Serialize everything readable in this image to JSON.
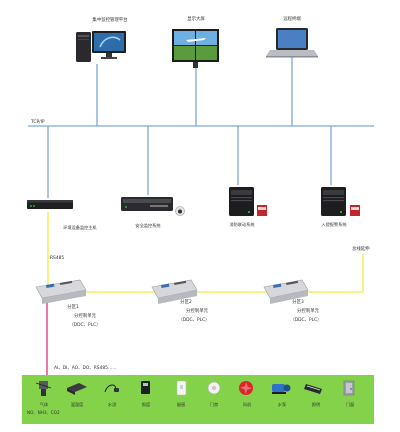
{
  "top_labels": {
    "monitor_platform": "集中监控管理平台",
    "video_wall": "显示大屏",
    "remote_terminal": "远程终端"
  },
  "tcpip_label": "TCP/IP",
  "servers": {
    "env_host": "环境设备监控主机",
    "security_host": "安全监控系统",
    "server1": "消防联动系统",
    "server2": "入侵报警系统"
  },
  "rs485_label": "RS485",
  "bus_label": "总线延伸",
  "controllers": [
    {
      "zone": "分区1",
      "name": "分控制单元",
      "sub": "（DDC、PLC）"
    },
    {
      "zone": "分区2",
      "name": "分控制单元",
      "sub": "（DDC、PLC）"
    },
    {
      "zone": "分区3",
      "name": "分控制单元",
      "sub": "（DDC、PLC）"
    }
  ],
  "io_label": "AI、DI、AO、DO、RS485……",
  "devices": [
    {
      "label": "气体",
      "icon": "gas-sensor-icon"
    },
    {
      "label": "温湿度",
      "icon": "temp-humidity-icon"
    },
    {
      "label": "水浸",
      "icon": "water-leak-icon"
    },
    {
      "label": "照度",
      "icon": "lux-meter-icon"
    },
    {
      "label": "烟感",
      "icon": "smoke-detector-icon"
    },
    {
      "label": "门禁",
      "icon": "access-control-icon"
    },
    {
      "label": "风机",
      "icon": "fan-icon"
    },
    {
      "label": "水泵",
      "icon": "pump-icon"
    },
    {
      "label": "照明",
      "icon": "lighting-icon"
    },
    {
      "label": "门窗",
      "icon": "door-icon"
    }
  ],
  "gas_types": "NO、NH3、CO2",
  "colors": {
    "network": "#7fa6d8",
    "bus": "#f4ec3c",
    "io": "#e0307a",
    "device_bar": "#84d24a"
  }
}
